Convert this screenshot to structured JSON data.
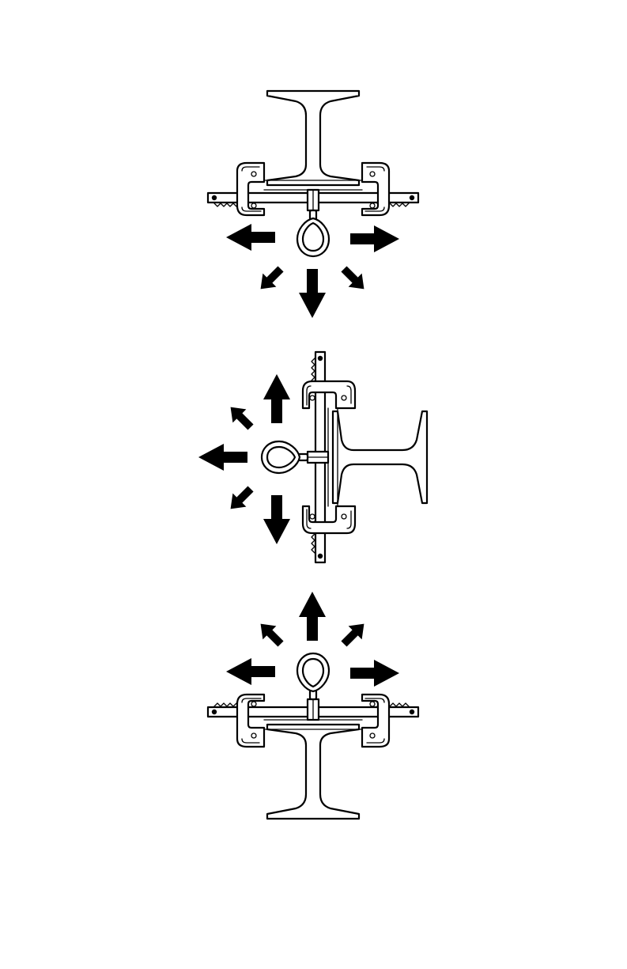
{
  "colors": {
    "ink": "#000000",
    "background": "#ffffff"
  },
  "figures": [
    {
      "id": "top-figure",
      "orientation": "beam-above",
      "arrows": [
        "left",
        "right",
        "down-left",
        "down",
        "down-right"
      ]
    },
    {
      "id": "middle-figure",
      "orientation": "beam-right",
      "arrows": [
        "up",
        "up-left",
        "left",
        "down-left",
        "down"
      ]
    },
    {
      "id": "bottom-figure",
      "orientation": "beam-below",
      "arrows": [
        "left",
        "right",
        "up-left",
        "up",
        "up-right"
      ]
    }
  ]
}
